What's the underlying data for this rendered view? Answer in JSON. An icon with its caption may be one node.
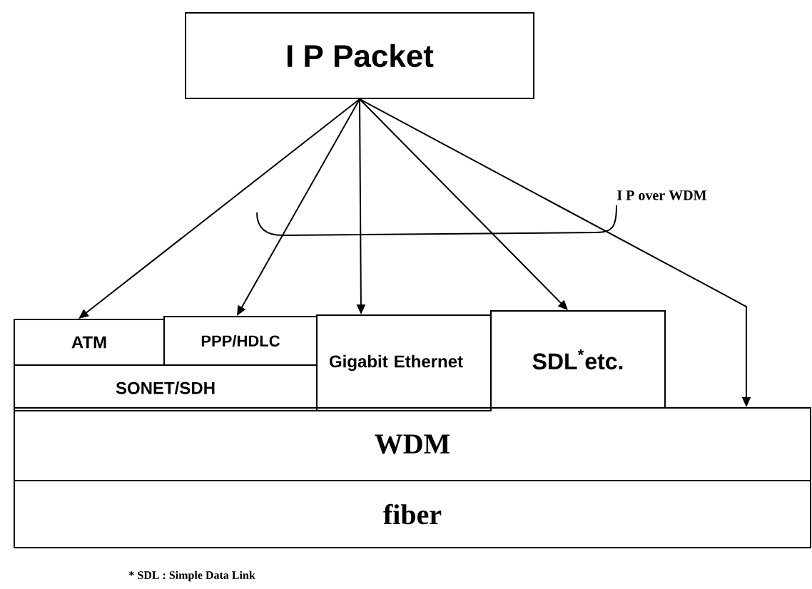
{
  "diagram": {
    "nodes": [
      {
        "text": [
          "I P Packet"
        ]
      },
      {
        "text": [
          "ATM"
        ]
      },
      {
        "text": [
          "PPP/HDLC"
        ]
      },
      {
        "text": [
          "SONET/SDH"
        ]
      },
      {
        "text": [
          "Gigabit Ethernet"
        ]
      },
      {
        "text": [
          "SDL$^{*}$etc."
        ]
      },
      {
        "text": [
          "WDM"
        ]
      },
      {
        "text": [
          "fiber"
        ]
      }
    ],
    "edges": [
      {
        "from": 0,
        "to": 1,
        "arrow": "to"
      },
      {
        "from": 0,
        "to": 2,
        "arrow": "to"
      },
      {
        "from": 0,
        "to": 4,
        "arrow": "to"
      },
      {
        "from": 0,
        "to": 5,
        "arrow": "to"
      },
      {
        "from": 0,
        "to": 6,
        "arrow": "to"
      }
    ],
    "labels": [
      "I P over WDM",
      "* SDL : Simple Data Link"
    ]
  }
}
